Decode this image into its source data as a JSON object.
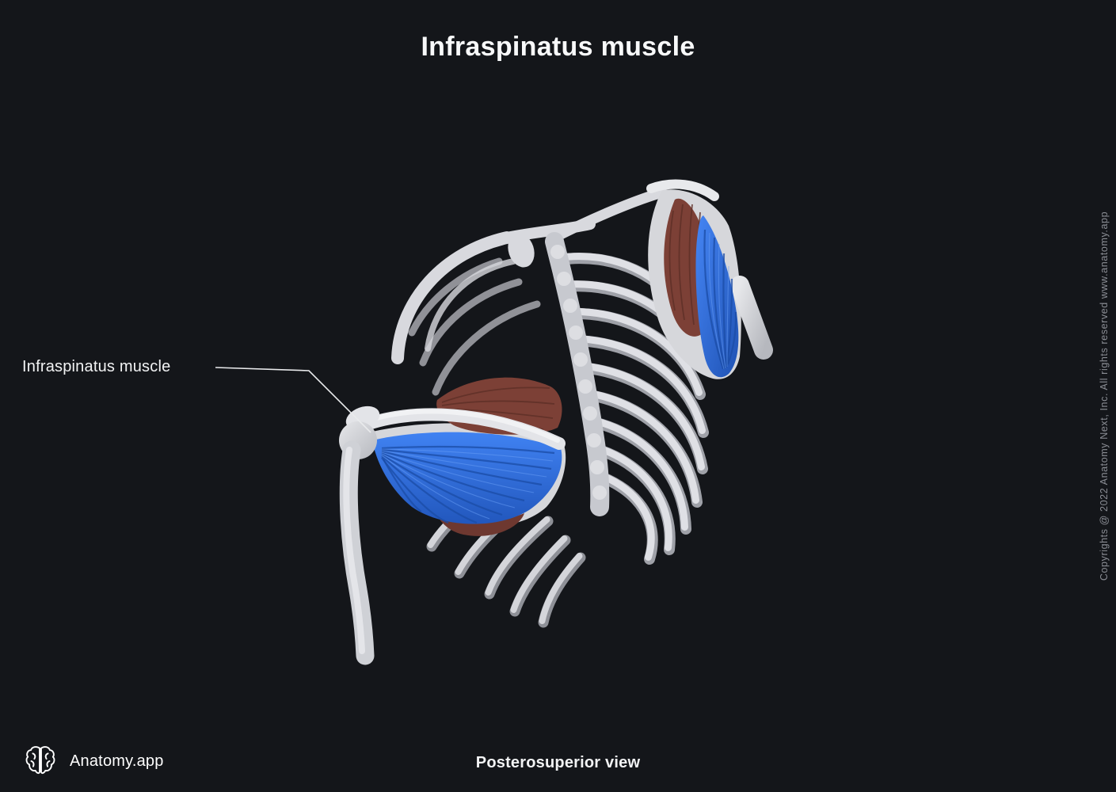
{
  "header": {
    "title": "Infraspinatus muscle"
  },
  "annotation": {
    "label": "Infraspinatus muscle"
  },
  "footer": {
    "app_name": "Anatomy.app",
    "view_label": "Posterosuperior view"
  },
  "side": {
    "copyright": "Copyrights @ 2022 Anatomy Next, Inc. All rights reserved www.anatomy.app"
  },
  "illustration": {
    "subject": "Thorax, spine and both scapulae seen in posterosuperior view",
    "highlighted_structure": "Infraspinatus muscle (highlighted in blue on both scapulae)",
    "colors": {
      "highlight": "#3371e4",
      "other_muscles": "#7c4036",
      "bone": "#dcdde1",
      "background": "#14161a"
    }
  }
}
